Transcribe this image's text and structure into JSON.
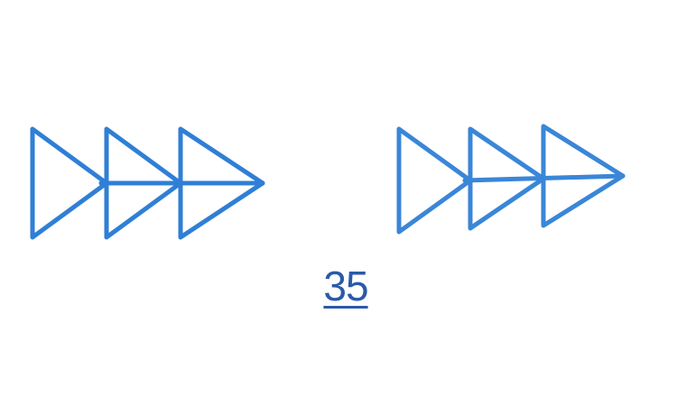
{
  "page": {
    "page_number": "35"
  },
  "arrow_groups": [
    {
      "name": "left-arrow-group",
      "icon": "triple-triangle-arrow-right-icon",
      "triangle_count": 3
    },
    {
      "name": "right-arrow-group",
      "icon": "triple-triangle-arrow-right-icon",
      "triangle_count": 3
    }
  ],
  "colors": {
    "background": "#ffffff",
    "stroke_left": "#2f7fd6",
    "stroke_right": "#3a86d8",
    "page_number": "#2a5aa8"
  }
}
